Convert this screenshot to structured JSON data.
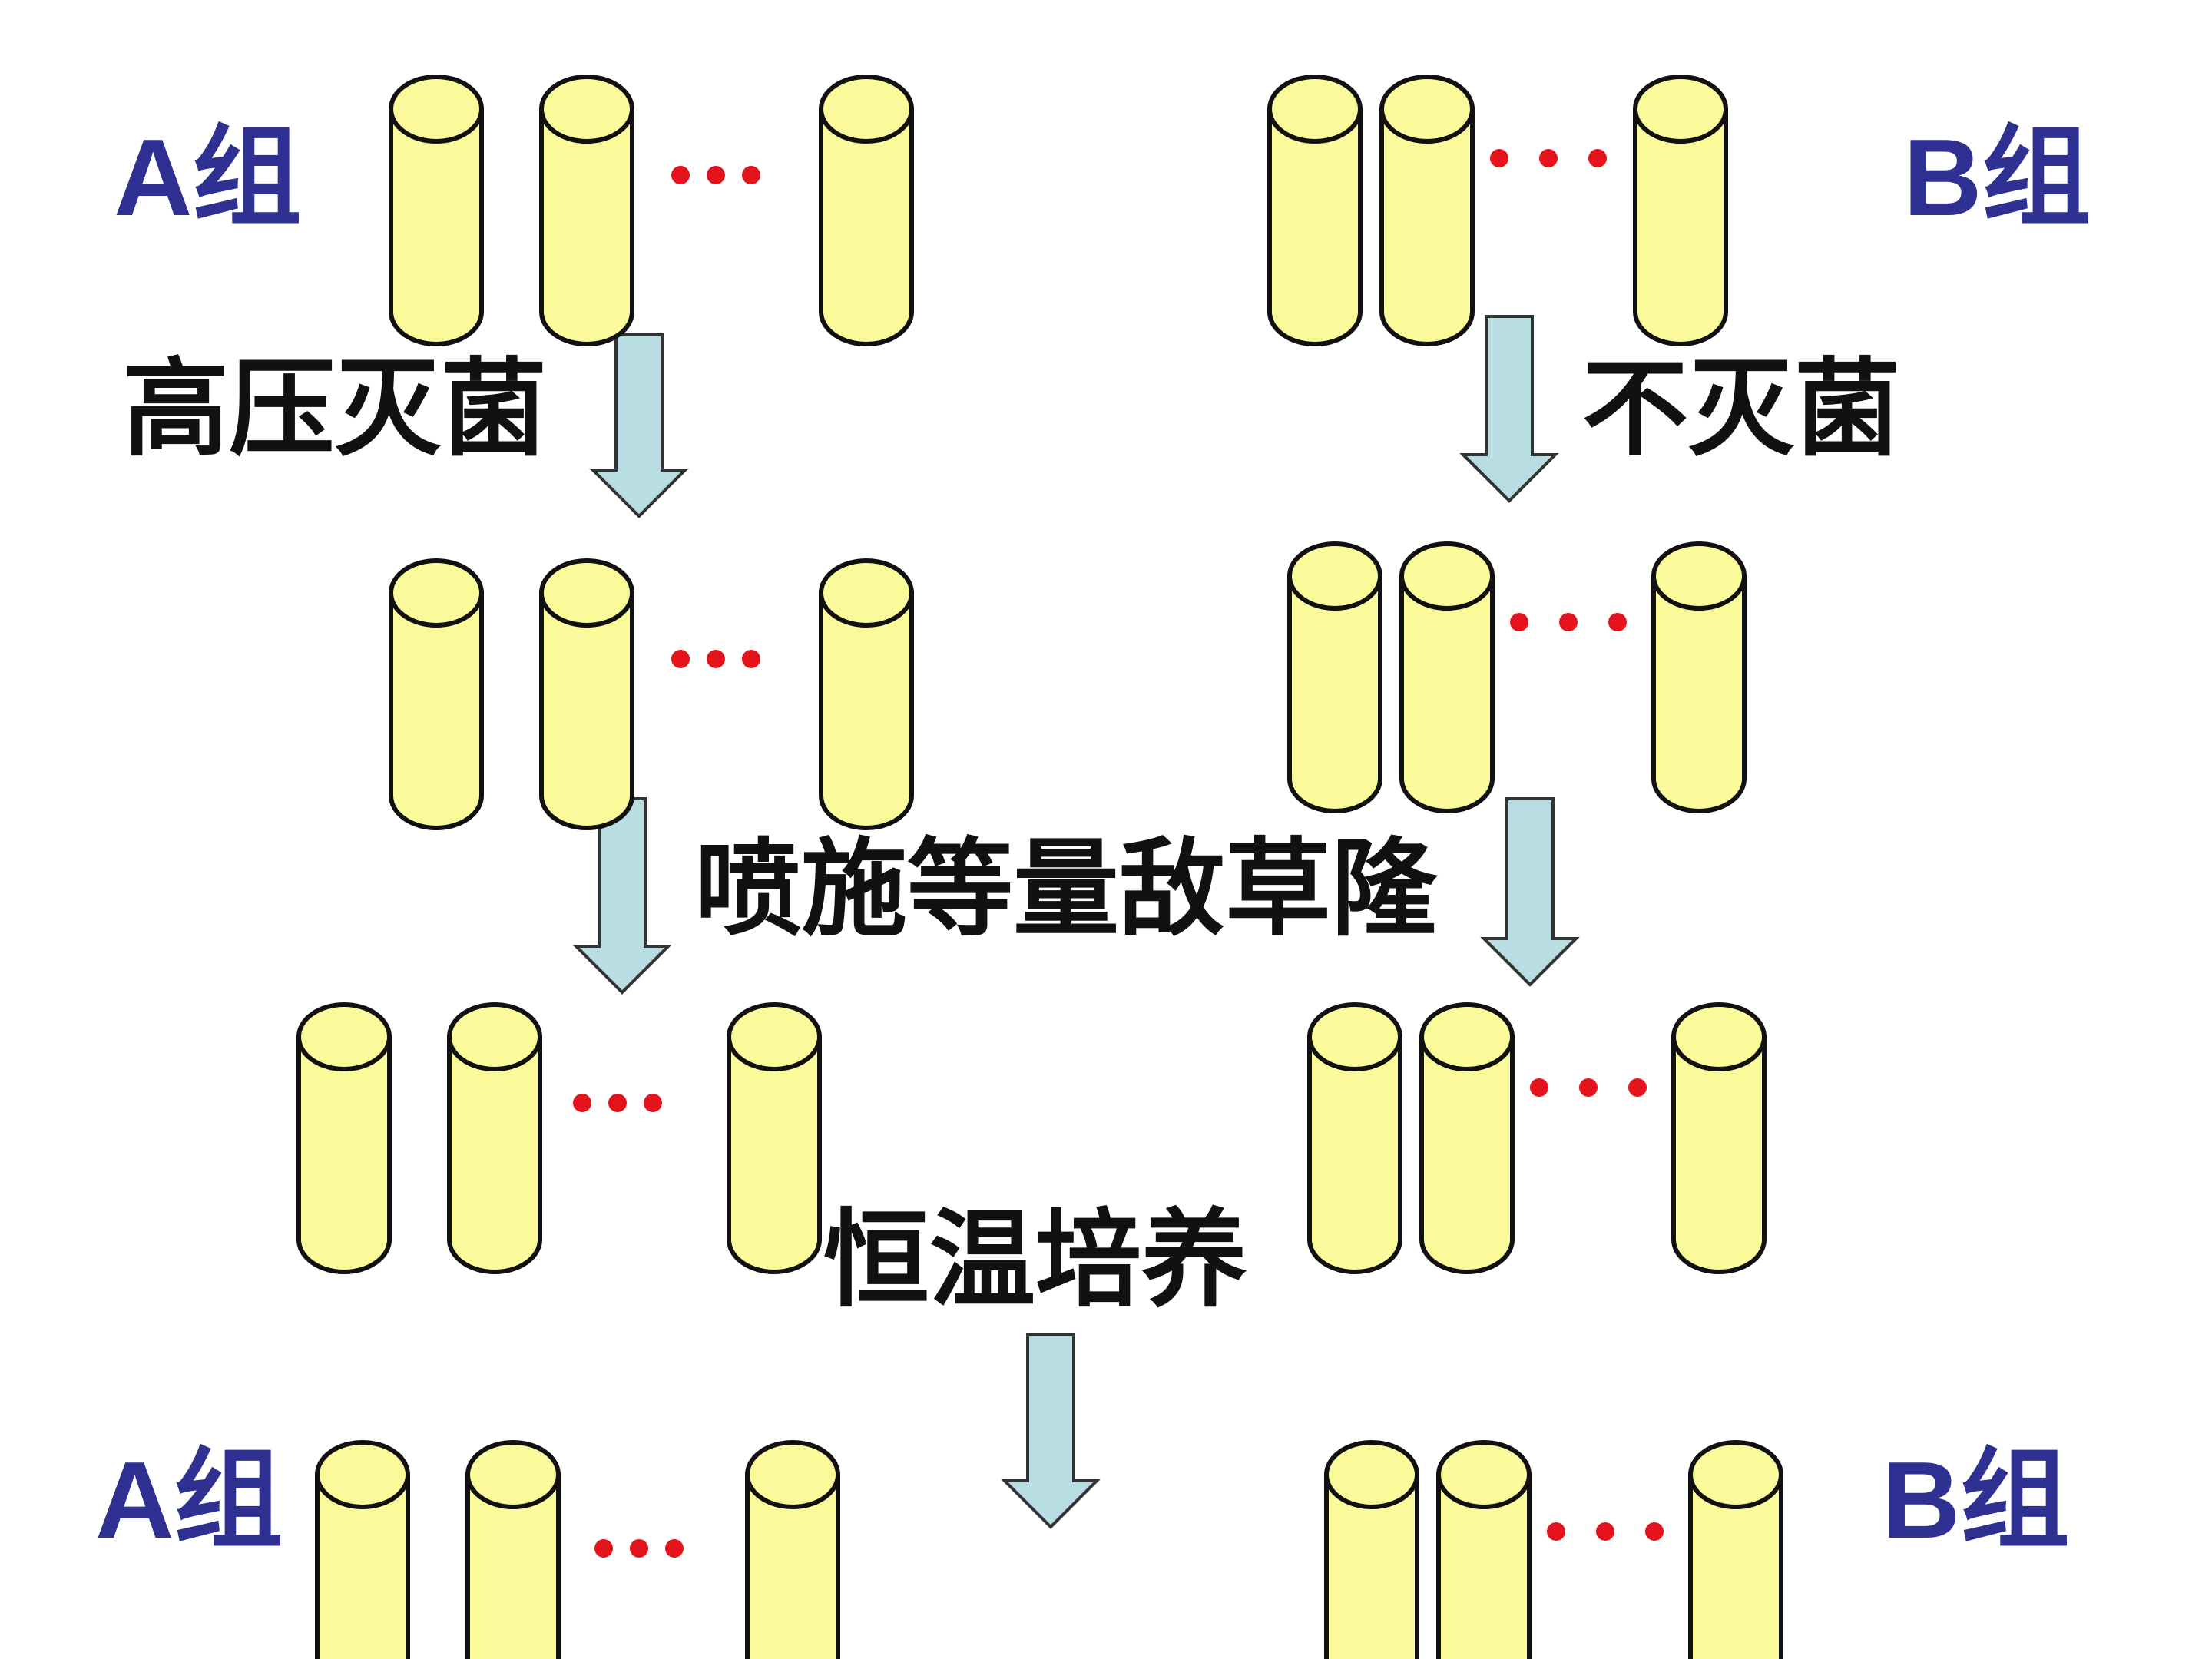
{
  "labels": {
    "group_a_top": "A组",
    "group_b_top": "B组",
    "group_a_bottom": "A组",
    "group_b_bottom": "B组",
    "step_sterilize": "高压灭菌",
    "step_no_sterilize": "不灭菌",
    "step_spray": "喷施等量敌草隆",
    "step_incubate": "恒温培养"
  },
  "colors": {
    "tube_fill": "#fafa9b",
    "tube_stroke": "#111111",
    "arrow_fill": "#b8dde3",
    "arrow_stroke": "#333333",
    "dot": "#e3141b",
    "group_label": "#2e3192",
    "step_label": "#111111"
  }
}
